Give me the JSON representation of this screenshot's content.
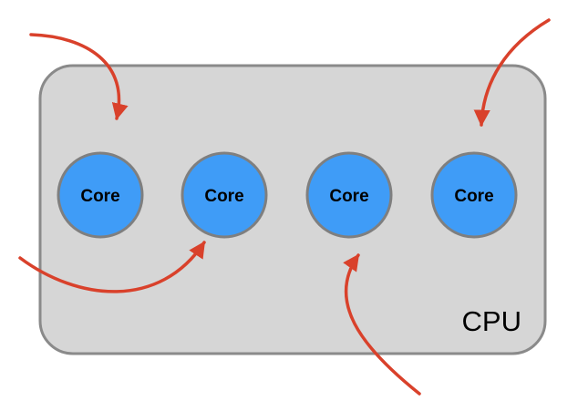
{
  "cpu": {
    "label": "CPU",
    "fill": "#d6d6d6",
    "stroke": "#8a8a8a"
  },
  "cores": [
    {
      "label": "Core"
    },
    {
      "label": "Core"
    },
    {
      "label": "Core"
    },
    {
      "label": "Core"
    }
  ],
  "colors": {
    "core_fill": "#3f9cf7",
    "core_stroke": "#7f7f7f",
    "arrow": "#d9412b"
  }
}
